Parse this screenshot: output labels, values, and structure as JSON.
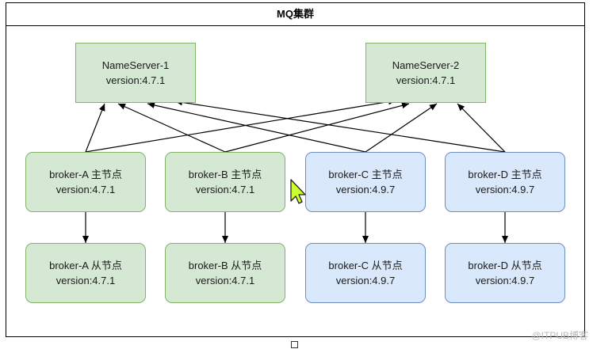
{
  "frame": {
    "title": "MQ集群"
  },
  "nameservers": [
    {
      "name": "NameServer-1",
      "version": "version:4.7.1"
    },
    {
      "name": "NameServer-2",
      "version": "version:4.7.1"
    }
  ],
  "brokers": [
    {
      "master": "broker-A 主节点",
      "slave": "broker-A 从节点",
      "version": "version:4.7.1",
      "color": "#d5e8d4"
    },
    {
      "master": "broker-B 主节点",
      "slave": "broker-B 从节点",
      "version": "version:4.7.1",
      "color": "#d5e8d4"
    },
    {
      "master": "broker-C 主节点",
      "slave": "broker-C 从节点",
      "version": "version:4.9.7",
      "color": "#dae8fc"
    },
    {
      "master": "broker-D 主节点",
      "slave": "broker-D 从节点",
      "version": "version:4.9.7",
      "color": "#dae8fc"
    }
  ],
  "watermark": "@ITPUB博客",
  "colors": {
    "green_fill": "#d5e8d4",
    "green_stroke": "#82b366",
    "blue_fill": "#dae8fc",
    "blue_stroke": "#6c8ebf",
    "cursor": "#ccff33"
  }
}
